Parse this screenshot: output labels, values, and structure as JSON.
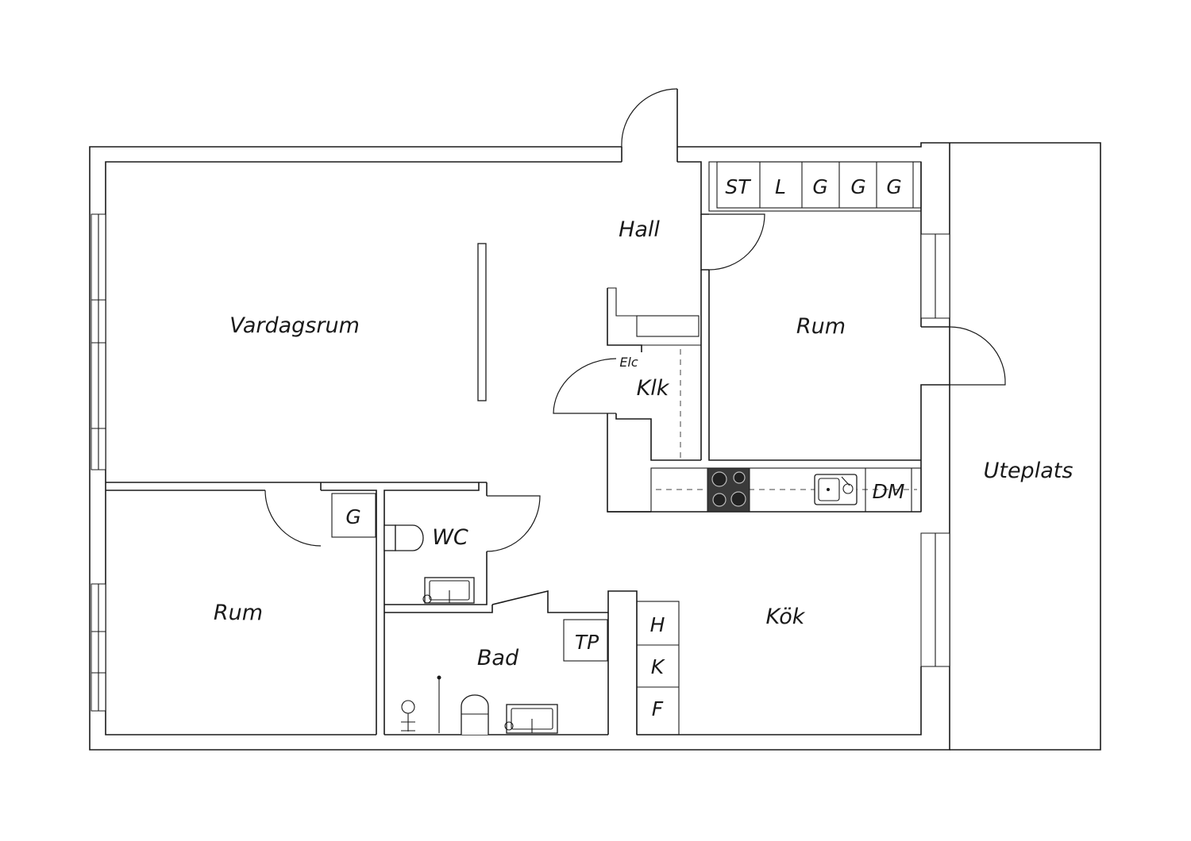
{
  "rooms": {
    "living": "Vardagsrum",
    "hall": "Hall",
    "bedroom_east": "Rum",
    "bedroom_west": "Rum",
    "closet": "Klk",
    "electric": "Elc",
    "wc": "WC",
    "bath": "Bad",
    "kitchen": "Kök",
    "terrace": "Uteplats"
  },
  "fixtures": {
    "hall_storage": [
      "ST",
      "L",
      "G",
      "G",
      "G"
    ],
    "wardrobe_g": "G",
    "dishwasher": "DM",
    "dryer": "TP",
    "kitchen_units": [
      "H",
      "K",
      "F"
    ]
  }
}
